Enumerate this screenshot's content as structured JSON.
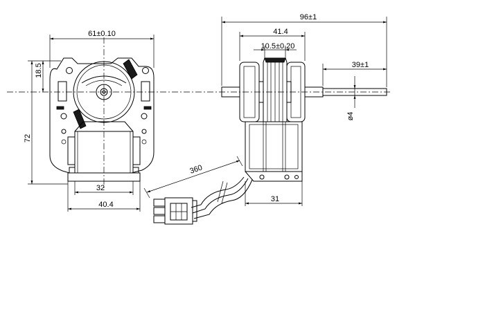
{
  "dimensions": {
    "front_width": "61±0.10",
    "front_height": "72",
    "front_upper": "18.5",
    "coil_width": "32",
    "bracket_width": "40.4",
    "overall_length": "96±1",
    "side_body_width": "41.4",
    "shaft_center": "10.5±0.20",
    "shaft_length": "39±1",
    "shaft_diameter": "ø4",
    "side_bottom_width": "31",
    "cable_length": "360"
  }
}
